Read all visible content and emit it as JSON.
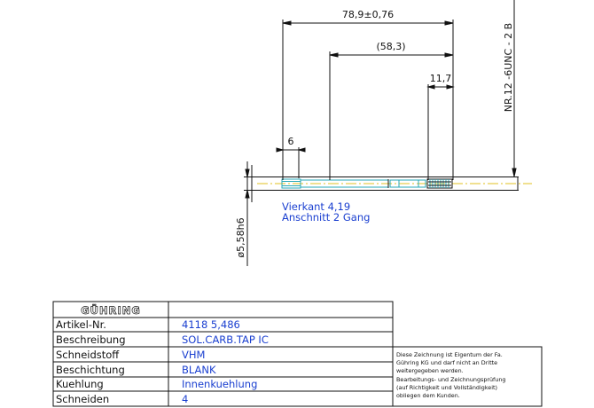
{
  "dimensions": {
    "overall_length": "78,9±0,76",
    "reference_length": "(58,3)",
    "thread_length": "11,7",
    "square_length": "6",
    "shank_diameter": "ø5,58h6",
    "thread_spec": "NR.12   -6UNC  -  2  B"
  },
  "notes": {
    "line1": "Vierkant 4,19",
    "line2": "Anschnitt 2 Gang"
  },
  "title_block": {
    "logo": "GÜHRING",
    "rows": [
      {
        "label": "Artikel-Nr.",
        "value": "4118  5,486"
      },
      {
        "label": "Beschreibung",
        "value": "SOL.CARB.TAP IC"
      },
      {
        "label": "Schneidstoff",
        "value": "VHM"
      },
      {
        "label": "Beschichtung",
        "value": "BLANK"
      },
      {
        "label": "Kuehlung",
        "value": "Innenkuehlung"
      },
      {
        "label": "Schneiden",
        "value": "4"
      }
    ],
    "disclaimer": [
      "Diese Zeichnung ist Eigentum der Fa.",
      "Gühring KG und darf nicht an Dritte",
      "weitergegeben werden.",
      "Bearbeitungs- und Zeichnungsprüfung",
      "(auf Richtigkeit und Vollständigkeit)",
      "obliegen dem Kunden."
    ]
  },
  "colors": {
    "annotation_blue": "#1a3fd0",
    "center_line_yellow": "#e0c020",
    "geometry_cyan": "#2aa8b8",
    "line_black": "#111111"
  }
}
